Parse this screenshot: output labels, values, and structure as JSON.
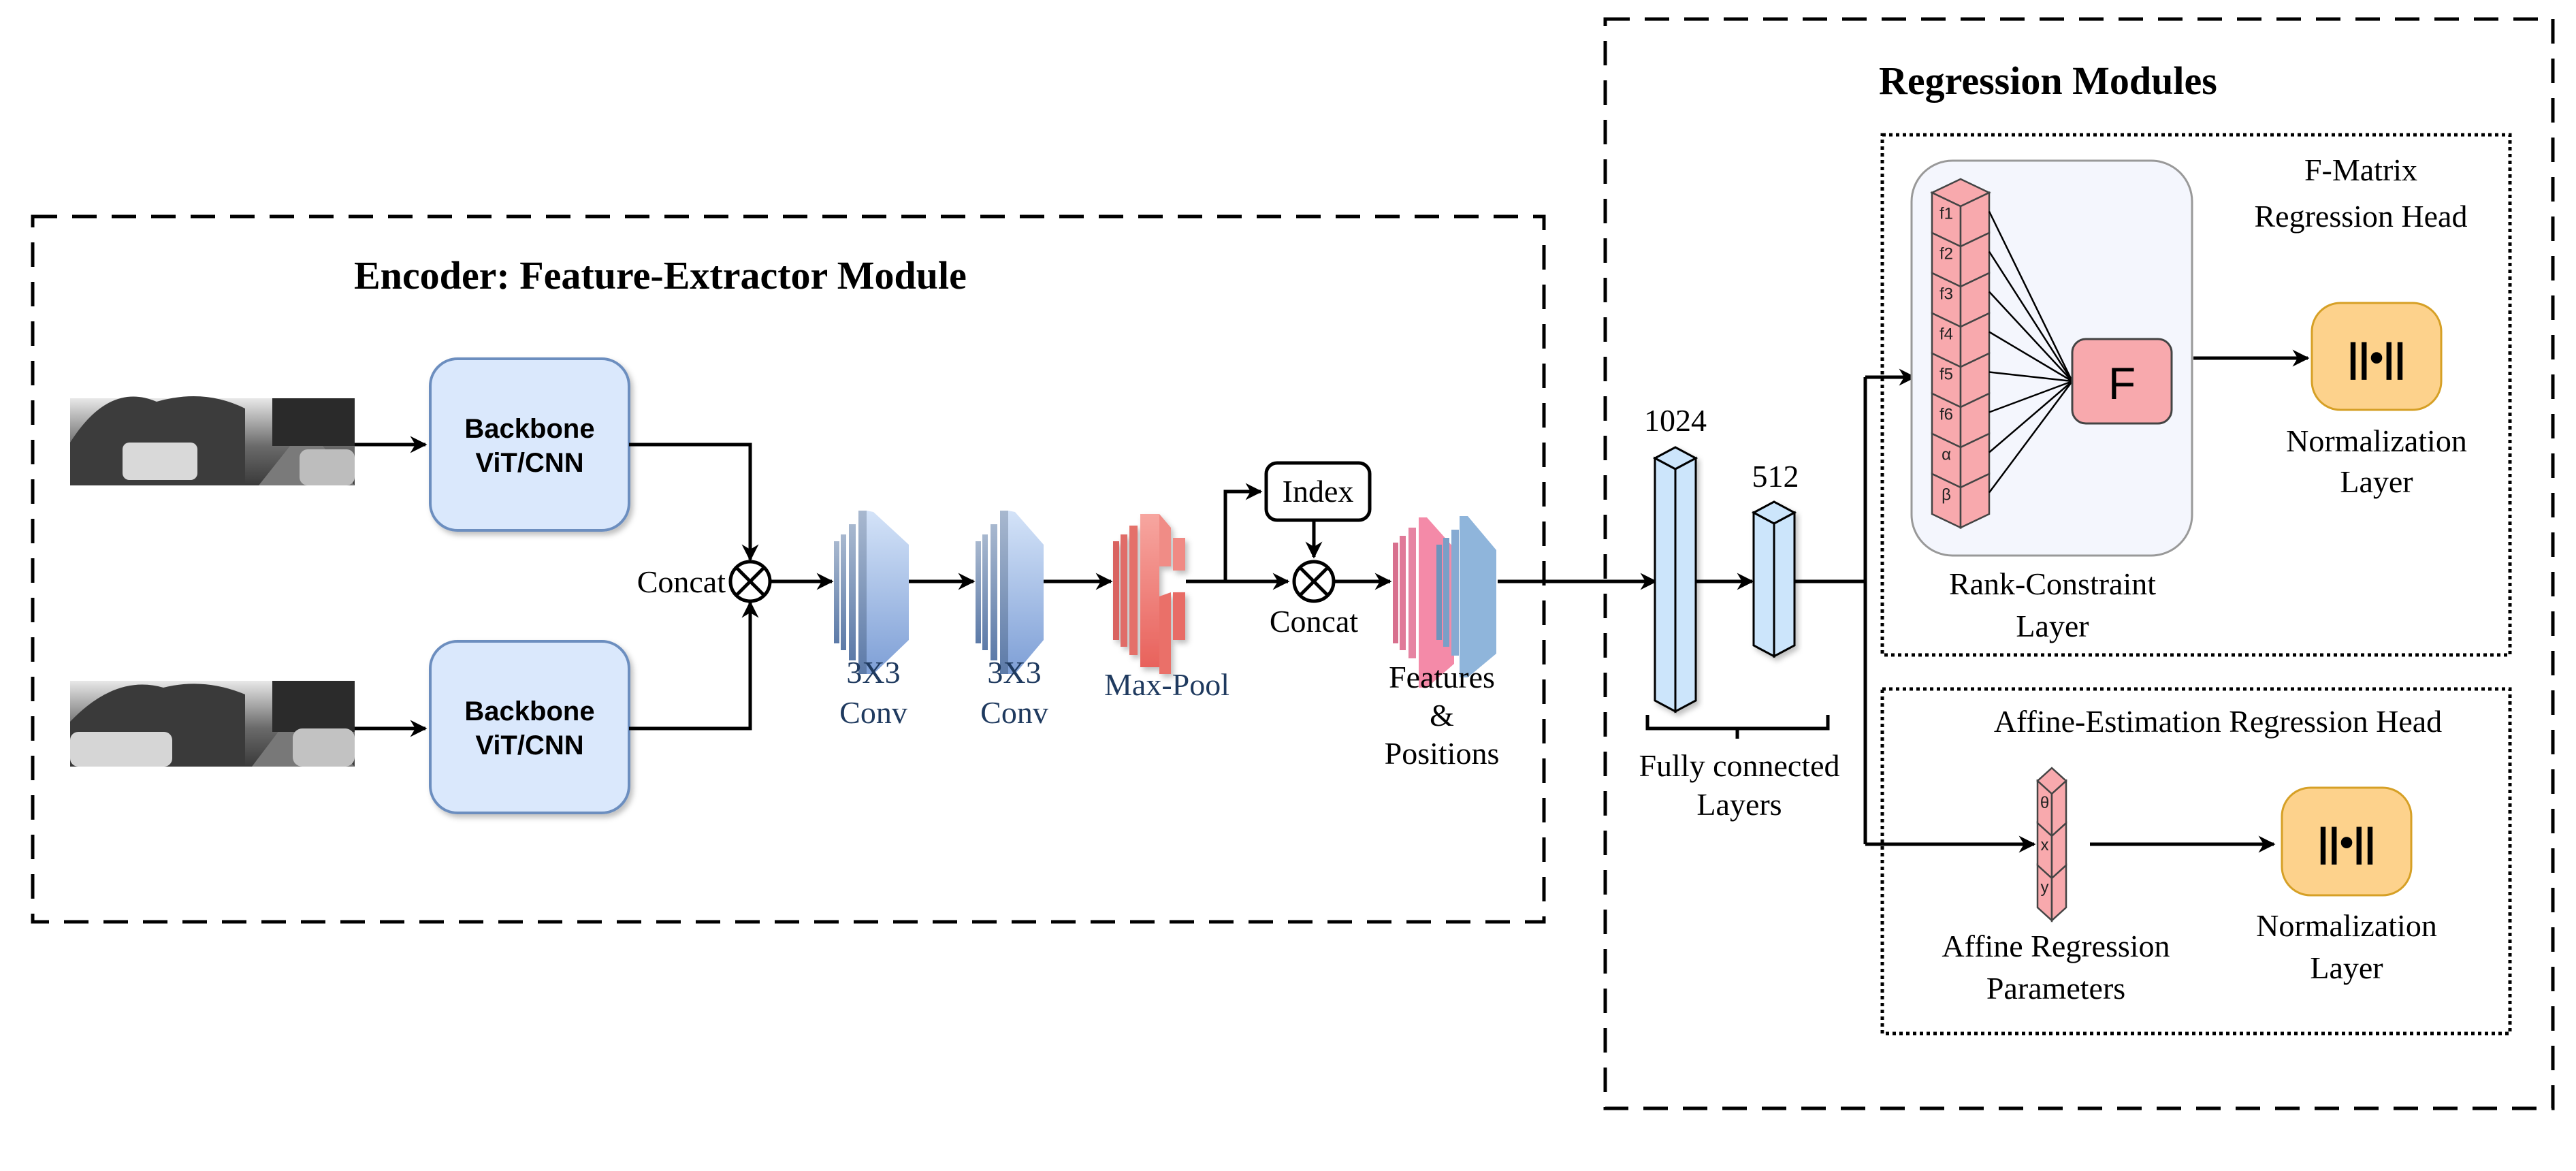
{
  "encoder": {
    "title": "Encoder: Feature-Extractor Module",
    "inputs": [
      {
        "name": "input-image-frame-1",
        "desc": "grayscale street scene with parked cars"
      },
      {
        "name": "input-image-frame-2",
        "desc": "grayscale street scene with parked cars"
      }
    ],
    "backbones": [
      {
        "line1": "Backbone",
        "line2": "ViT/CNN"
      },
      {
        "line1": "Backbone",
        "line2": "ViT/CNN"
      }
    ],
    "concat1_label": "Concat",
    "conv1": {
      "line1": "3X3",
      "line2": "Conv"
    },
    "conv2": {
      "line1": "3X3",
      "line2": "Conv"
    },
    "maxpool_label": "Max-Pool",
    "index_label": "Index",
    "concat2_label": "Concat",
    "features": {
      "line1": "Features",
      "line2": "&",
      "line3": "Positions"
    }
  },
  "fc": {
    "layer1_size": "1024",
    "layer2_size": "512",
    "caption_line1": "Fully connected",
    "caption_line2": "Layers"
  },
  "regression": {
    "title": "Regression Modules",
    "fmatrix_head": {
      "title_line1": "F-Matrix",
      "title_line2": "Regression Head",
      "params": [
        "f1",
        "f2",
        "f3",
        "f4",
        "f5",
        "f6",
        "α",
        "β"
      ],
      "f_label": "F",
      "rank_caption_line1": "Rank-Constraint",
      "rank_caption_line2": "Layer",
      "norm_symbol": "||•||",
      "norm_caption_line1": "Normalization",
      "norm_caption_line2": "Layer"
    },
    "affine_head": {
      "title": "Affine-Estimation Regression Head",
      "params": [
        "θ",
        "x",
        "y"
      ],
      "params_caption_line1": "Affine Regression",
      "params_caption_line2": "Parameters",
      "norm_symbol": "||•||",
      "norm_caption_line1": "Normalization",
      "norm_caption_line2": "Layer"
    }
  },
  "colors": {
    "backbone_fill": "#dae8fc",
    "backbone_stroke": "#6c8ebf",
    "conv_blue": "#8eaee0",
    "maxpool_red": "#ee7b76",
    "features_pink": "#f48aa8",
    "features_blue": "#8fb5db",
    "fc_fill": "#cce5fb",
    "param_fill": "#f8a9ad",
    "norm_fill": "#fdd28c",
    "norm_stroke": "#d6a026",
    "rank_panel_fill": "#f4f6fd",
    "label_navy": "#1f3a5f"
  }
}
